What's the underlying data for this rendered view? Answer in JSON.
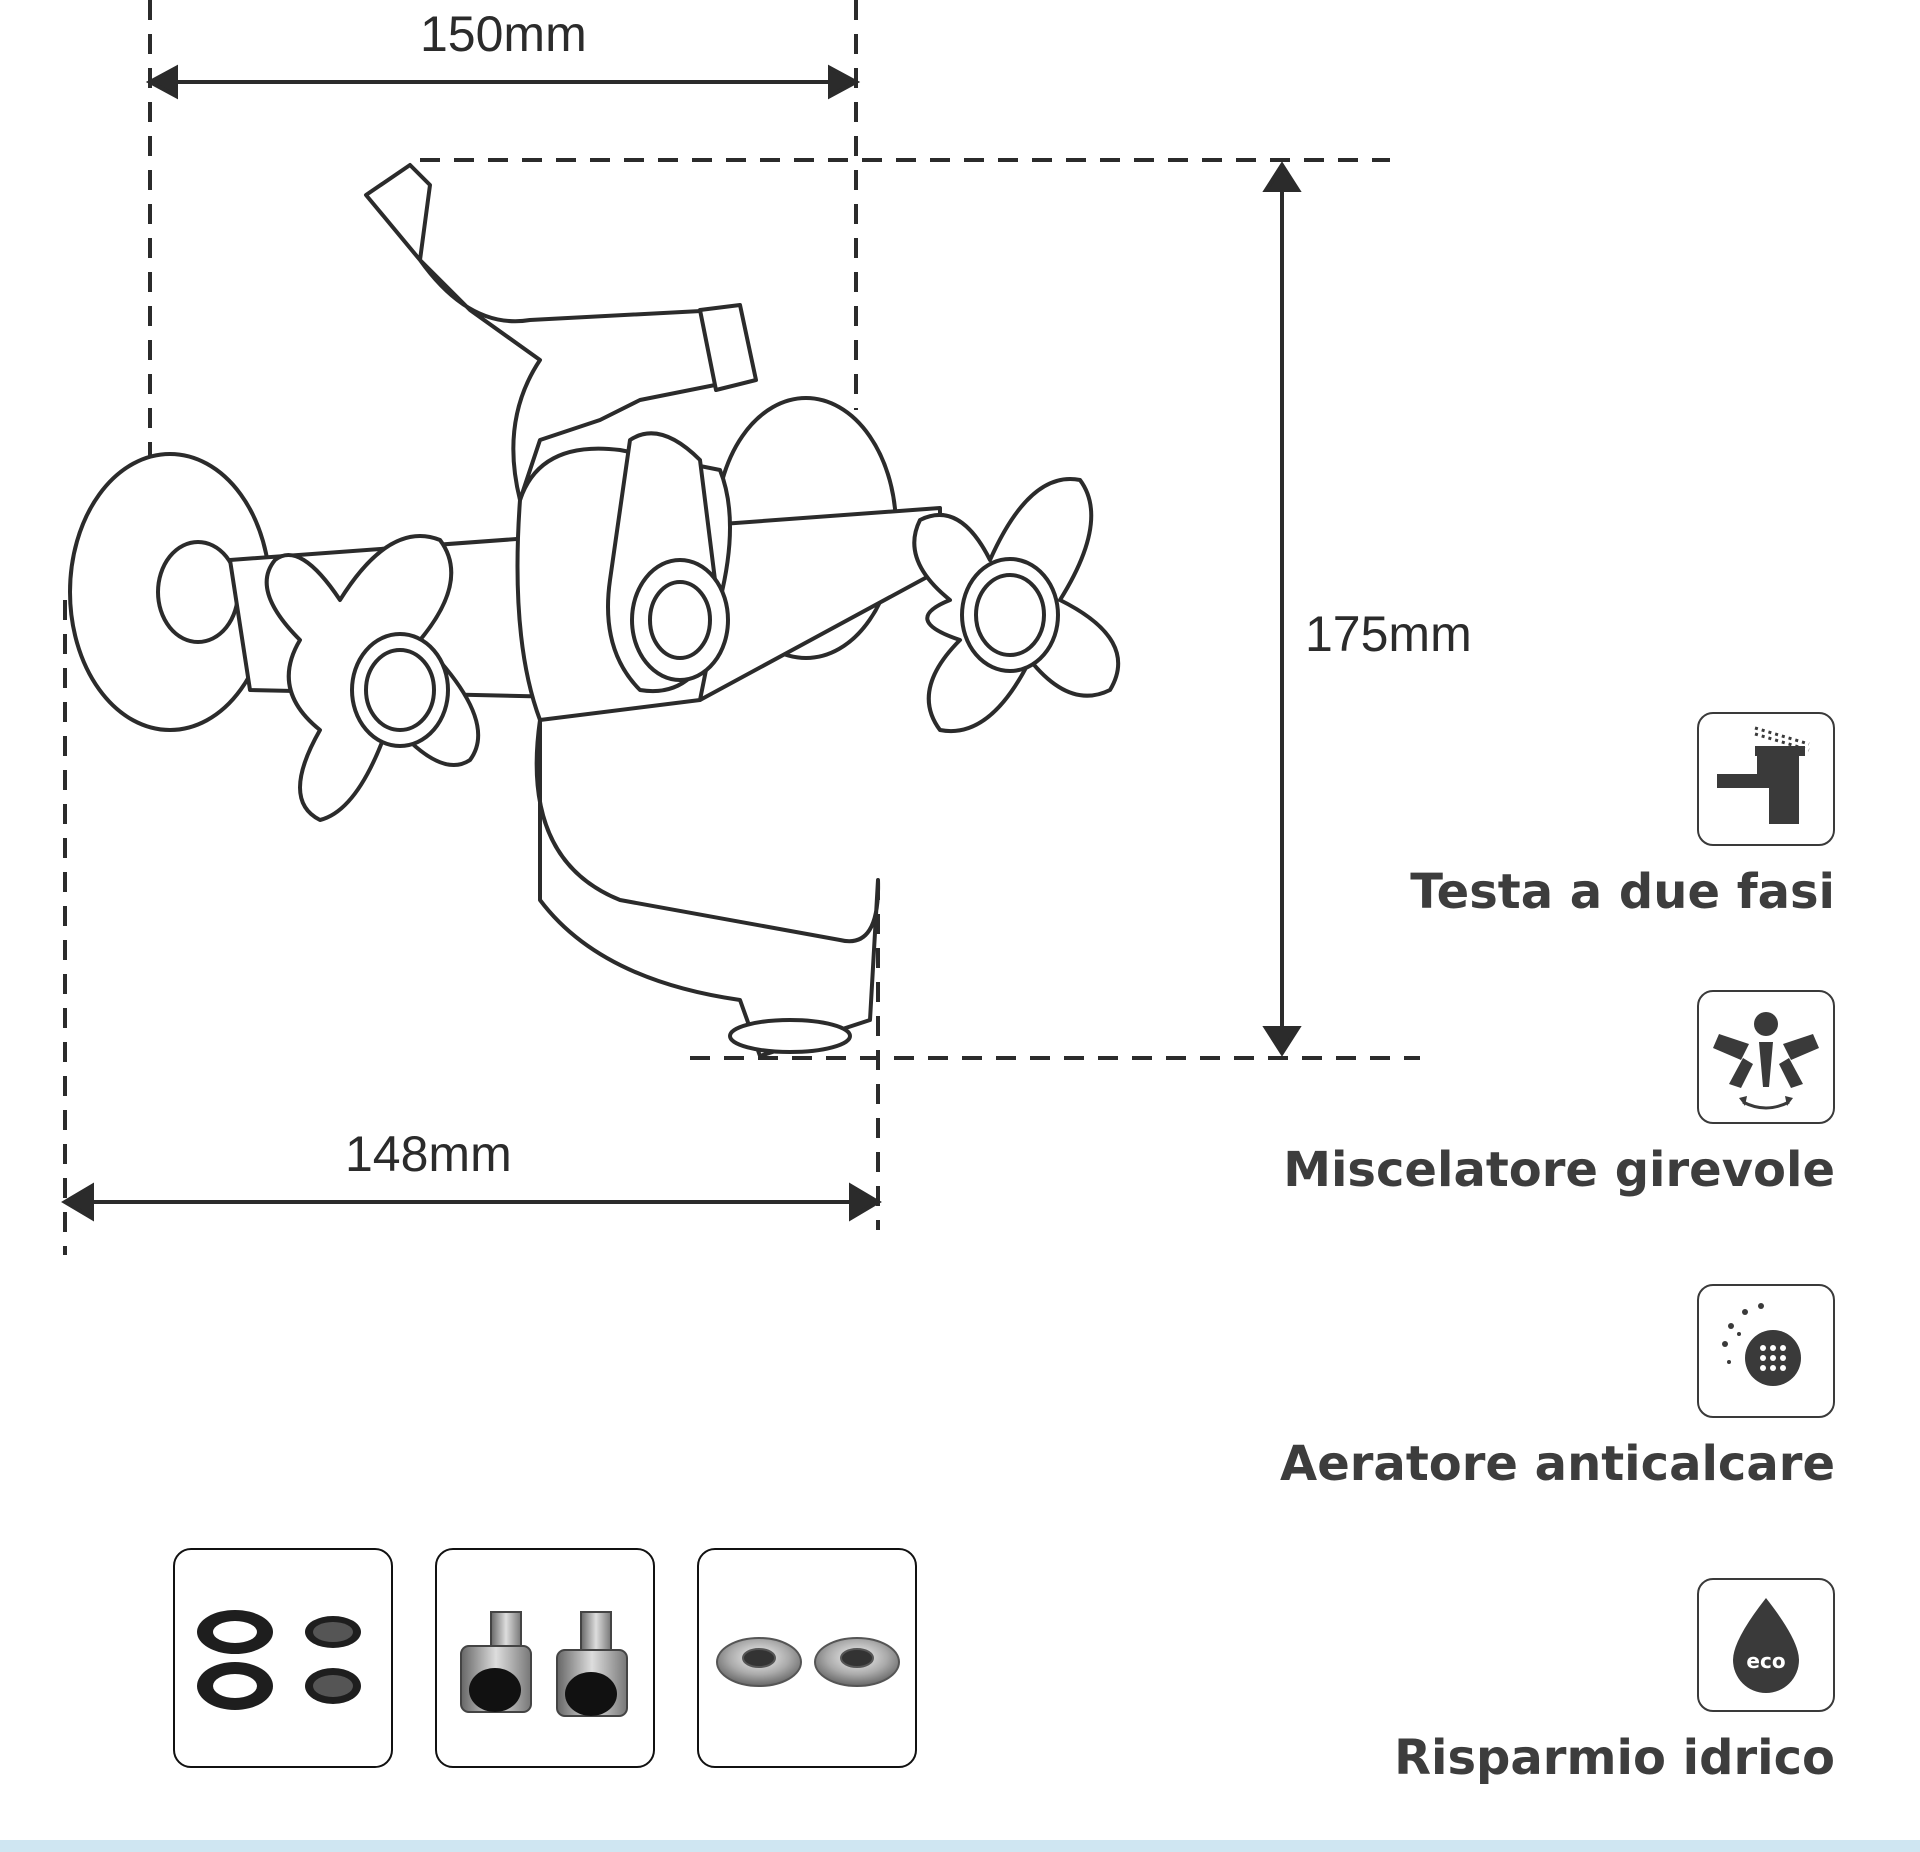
{
  "dimensions": {
    "top_width": "150mm",
    "height": "175mm",
    "bottom_width": "148mm"
  },
  "features": [
    {
      "icon": "faucet-spray-icon",
      "label": "Testa a due fasi"
    },
    {
      "icon": "swivel-mixer-icon",
      "label": "Miscelatore girevole"
    },
    {
      "icon": "anti-limescale-aerator-icon",
      "label": "Aeratore anticalcare"
    },
    {
      "icon": "eco-water-drop-icon",
      "label": "Risparmio idrico"
    }
  ],
  "accessories": [
    {
      "icon": "rubber-washers-icon"
    },
    {
      "icon": "eccentric-connectors-icon"
    },
    {
      "icon": "chrome-cover-flanges-icon"
    }
  ],
  "colors": {
    "line": "#2b2b2b",
    "band": "#cfe6f2"
  }
}
